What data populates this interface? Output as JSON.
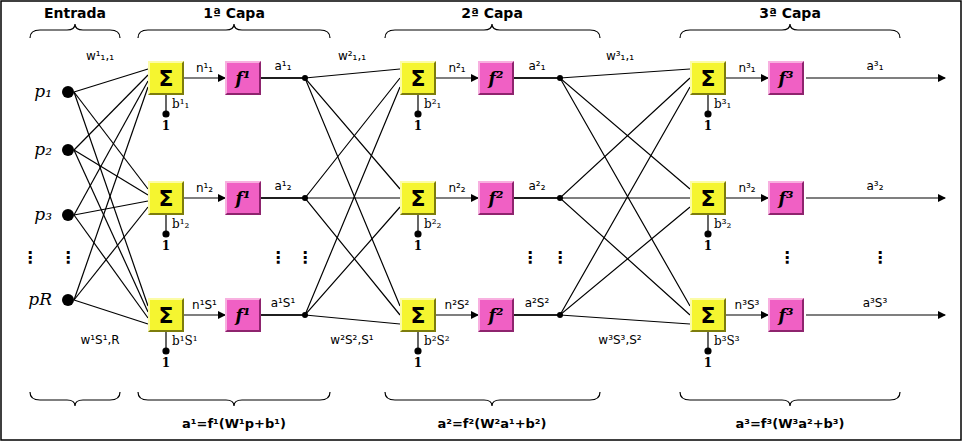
{
  "diagram": {
    "nodes": [
      {
        "text": [
          "p₁"
        ]
      },
      {
        "text": [
          "p₂"
        ]
      },
      {
        "text": [
          "p₃"
        ]
      },
      {
        "text": [
          "pR"
        ]
      },
      {
        "text": [
          "Σ"
        ]
      },
      {
        "text": [
          "f¹"
        ]
      },
      {
        "text": [
          "Σ"
        ]
      },
      {
        "text": [
          "f¹"
        ]
      },
      {
        "text": [
          "Σ"
        ]
      },
      {
        "text": [
          "f¹"
        ]
      },
      {
        "text": [
          "Σ"
        ]
      },
      {
        "text": [
          "f²"
        ]
      },
      {
        "text": [
          "Σ"
        ]
      },
      {
        "text": [
          "f²"
        ]
      },
      {
        "text": [
          "Σ"
        ]
      },
      {
        "text": [
          "f²"
        ]
      },
      {
        "text": [
          "Σ"
        ]
      },
      {
        "text": [
          "f³"
        ]
      },
      {
        "text": [
          "Σ"
        ]
      },
      {
        "text": [
          "f³"
        ]
      },
      {
        "text": [
          "Σ"
        ]
      },
      {
        "text": [
          "f³"
        ]
      }
    ],
    "edges": [
      {
        "from": 0,
        "to": 4,
        "arrow": "none"
      },
      {
        "from": 0,
        "to": 6,
        "arrow": "none"
      },
      {
        "from": 0,
        "to": 8,
        "arrow": "none"
      },
      {
        "from": 1,
        "to": 4,
        "arrow": "none"
      },
      {
        "from": 1,
        "to": 6,
        "arrow": "none"
      },
      {
        "from": 1,
        "to": 8,
        "arrow": "none"
      },
      {
        "from": 2,
        "to": 4,
        "arrow": "none"
      },
      {
        "from": 2,
        "to": 6,
        "arrow": "none"
      },
      {
        "from": 2,
        "to": 8,
        "arrow": "none"
      },
      {
        "from": 3,
        "to": 4,
        "arrow": "none"
      },
      {
        "from": 3,
        "to": 6,
        "arrow": "none"
      },
      {
        "from": 3,
        "to": 8,
        "arrow": "none"
      },
      {
        "from": 4,
        "to": 5,
        "arrow": "to",
        "label": "n¹₁"
      },
      {
        "from": 6,
        "to": 7,
        "arrow": "to",
        "label": "n¹₂"
      },
      {
        "from": 8,
        "to": 9,
        "arrow": "to",
        "label": "n¹S¹"
      },
      {
        "from": 10,
        "to": 11,
        "arrow": "to",
        "label": "n²₁"
      },
      {
        "from": 12,
        "to": 13,
        "arrow": "to",
        "label": "n²₂"
      },
      {
        "from": 14,
        "to": 15,
        "arrow": "to",
        "label": "n²S²"
      },
      {
        "from": 16,
        "to": 17,
        "arrow": "to",
        "label": "n³₁"
      },
      {
        "from": 18,
        "to": 19,
        "arrow": "to",
        "label": "n³₂"
      },
      {
        "from": 20,
        "to": 21,
        "arrow": "to",
        "label": "n³S³"
      },
      {
        "from": 5,
        "to": 10,
        "arrow": "none"
      },
      {
        "from": 5,
        "to": 12,
        "arrow": "none"
      },
      {
        "from": 5,
        "to": 14,
        "arrow": "none"
      },
      {
        "from": 7,
        "to": 10,
        "arrow": "none"
      },
      {
        "from": 7,
        "to": 12,
        "arrow": "none"
      },
      {
        "from": 7,
        "to": 14,
        "arrow": "none"
      },
      {
        "from": 9,
        "to": 10,
        "arrow": "none"
      },
      {
        "from": 9,
        "to": 12,
        "arrow": "none"
      },
      {
        "from": 9,
        "to": 14,
        "arrow": "none"
      },
      {
        "from": 11,
        "to": 16,
        "arrow": "none"
      },
      {
        "from": 11,
        "to": 18,
        "arrow": "none"
      },
      {
        "from": 11,
        "to": 20,
        "arrow": "none"
      },
      {
        "from": 13,
        "to": 16,
        "arrow": "none"
      },
      {
        "from": 13,
        "to": 18,
        "arrow": "none"
      },
      {
        "from": 13,
        "to": 20,
        "arrow": "none"
      },
      {
        "from": 15,
        "to": 16,
        "arrow": "none"
      },
      {
        "from": 15,
        "to": 18,
        "arrow": "none"
      },
      {
        "from": 15,
        "to": 20,
        "arrow": "none"
      }
    ],
    "labels": [
      "Entrada",
      "1ª Capa",
      "2ª Capa",
      "3ª Capa",
      "w¹₁,₁",
      "w¹S¹,R",
      "w²₁,₁",
      "w²S²,S¹",
      "w³₁,₁",
      "w³S³,S²",
      "a¹₁",
      "a¹₂",
      "a¹S¹",
      "a²₁",
      "a²₂",
      "a²S²",
      "a³₁",
      "a³₂",
      "a³S³",
      "b¹₁",
      "b¹₂",
      "b¹S¹",
      "b²₁",
      "b²₂",
      "b²S²",
      "b³₁",
      "b³₂",
      "b³S³",
      "1",
      "1",
      "1",
      "1",
      "1",
      "1",
      "1",
      "1",
      "1",
      "⋮",
      "⋮",
      "⋮",
      "⋮",
      "⋮",
      "⋮",
      "⋮",
      "⋮",
      "a¹=f¹(W¹p+b¹)",
      "a²=f²(W²a¹+b²)",
      "a³=f³(W³a²+b³)"
    ]
  }
}
